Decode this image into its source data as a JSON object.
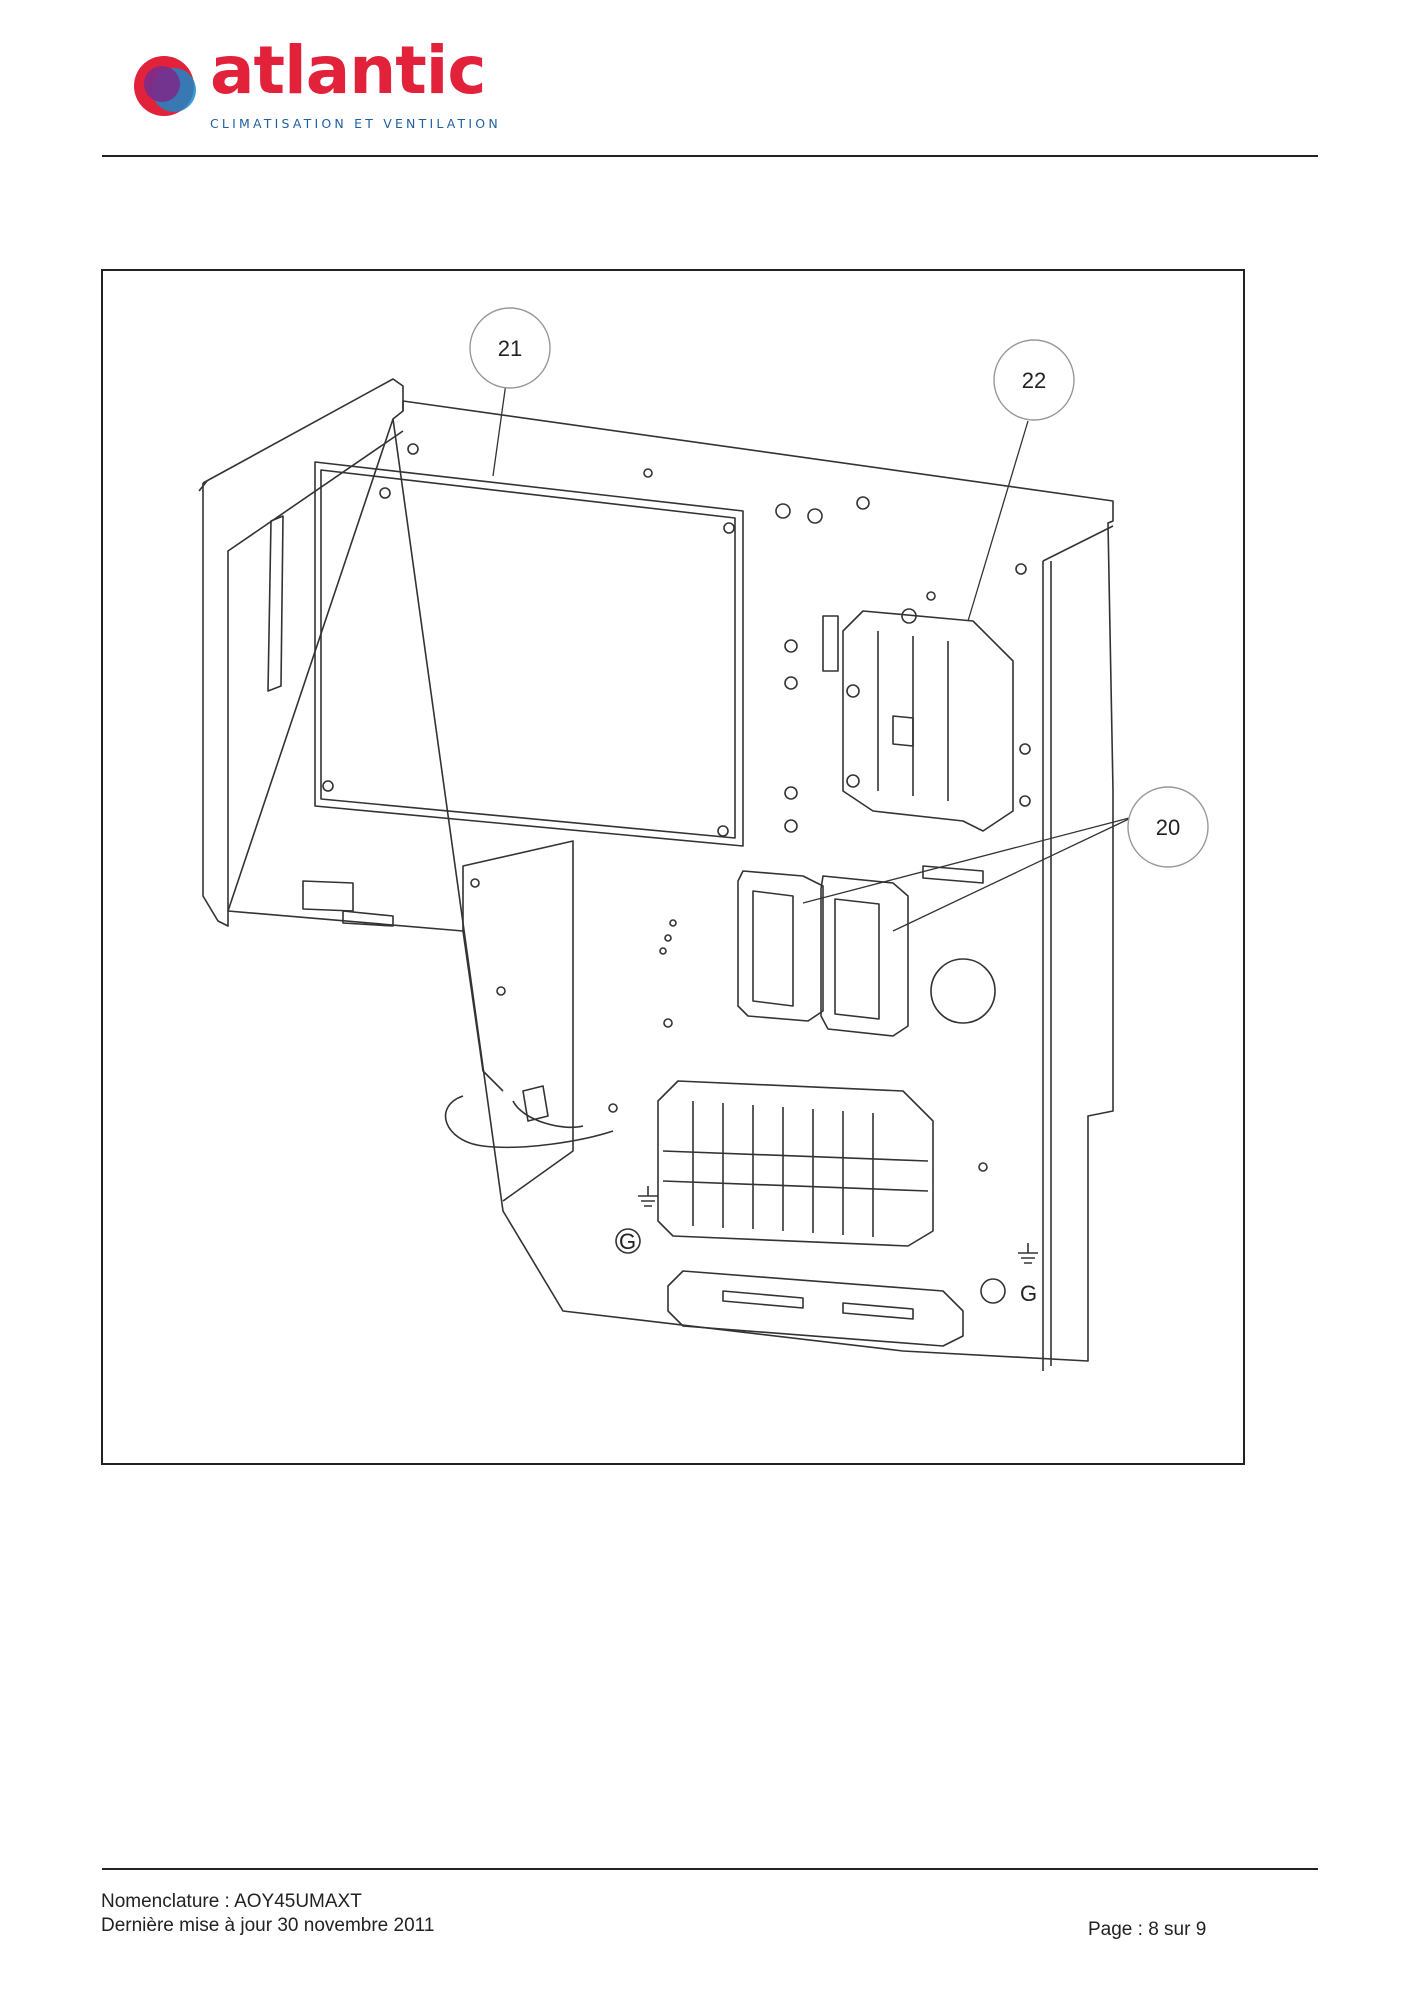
{
  "header": {
    "logo_word": "atlantic",
    "logo_tagline": "CLIMATISATION ET VENTILATION",
    "colors": {
      "brand_red": "#e2213a",
      "brand_blue": "#1a88c9",
      "brand_purple": "#7a2c8c",
      "tagline_blue": "#1f5f9e"
    }
  },
  "drawing": {
    "callouts": [
      {
        "id": "21",
        "label": "21"
      },
      {
        "id": "22",
        "label": "22"
      },
      {
        "id": "20",
        "label": "20"
      }
    ],
    "ground_symbol_letter": "G"
  },
  "footer": {
    "nomenclature": "Nomenclature : AOY45UMAXT",
    "updated": "Dernière mise à jour 30 novembre 2011",
    "page": "Page : 8 sur 9"
  }
}
